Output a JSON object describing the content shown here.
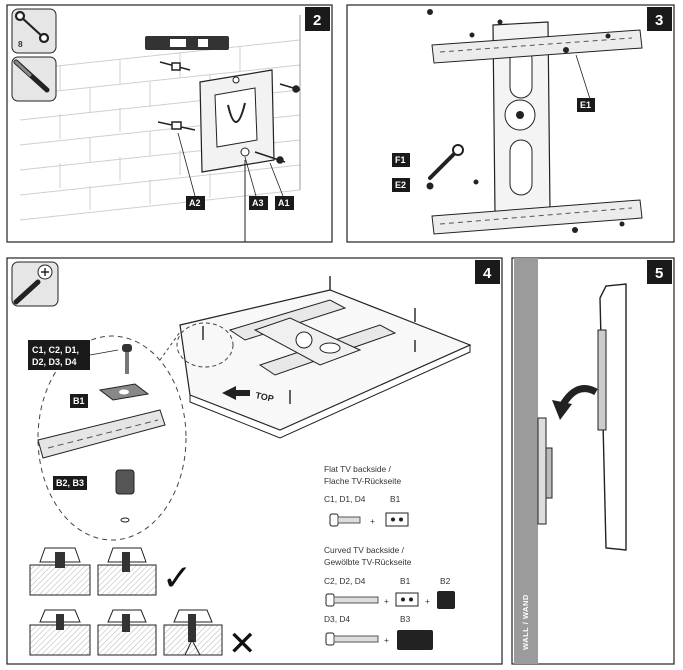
{
  "panels": {
    "p2": {
      "number": "2",
      "tool_label": "8"
    },
    "p3": {
      "number": "3"
    },
    "p4": {
      "number": "4"
    },
    "p5": {
      "number": "5",
      "wall_label": "WALL / WAND"
    }
  },
  "labels": {
    "a1": "A1",
    "a2": "A2",
    "a3": "A3",
    "e1": "E1",
    "e2": "E2",
    "f1": "F1",
    "b1": "B1",
    "b2b3": "B2, B3",
    "c1_line1": "C1, C2, D1,",
    "c1_line2": "D2, D3, D4",
    "top": "TOP"
  },
  "legend": {
    "flat_title_1": "Flat TV backside /",
    "flat_title_2": "Flache TV-Rückseite",
    "flat_screws": "C1, D1, D4",
    "flat_b1": "B1",
    "curved_title_1": "Curved TV backside /",
    "curved_title_2": "Gewölbte TV-Rückseite",
    "curved_screws": "C2, D2, D4",
    "curved_b1": "B1",
    "curved_b2": "B2",
    "d_screws": "D3, D4",
    "d_b3": "B3",
    "plus": "+"
  },
  "status": {
    "ok": "✓",
    "bad": "✕"
  },
  "colors": {
    "frame": "#222222",
    "label_bg": "#1a1a1a",
    "hatch": "#9a9a9a",
    "wall_strip": "#9b9b9b"
  }
}
